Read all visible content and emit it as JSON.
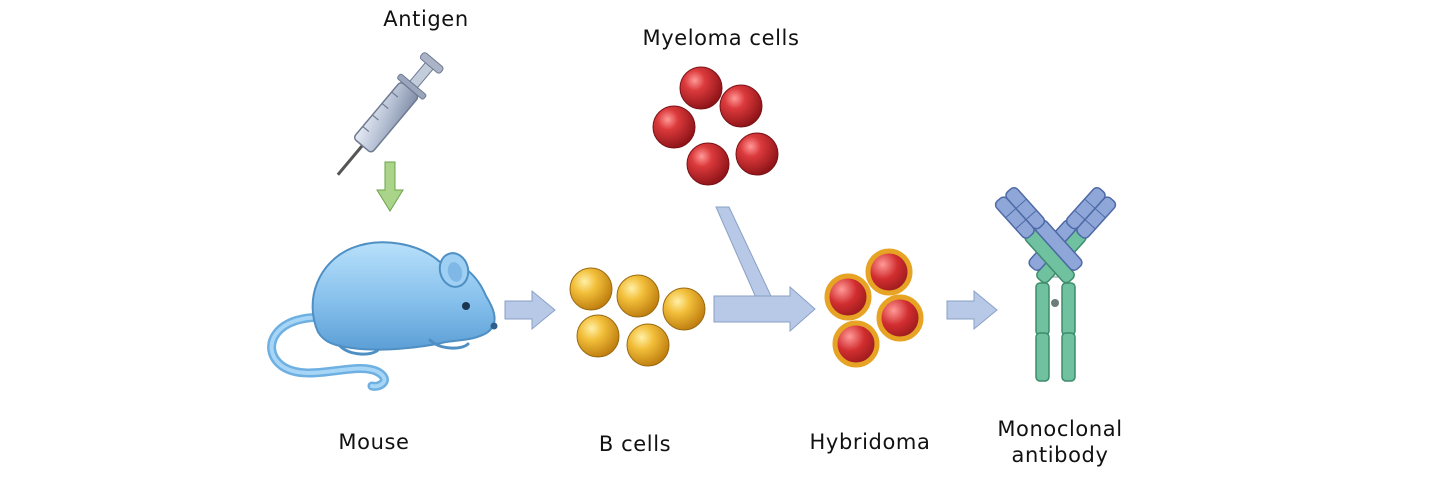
{
  "labels": {
    "antigen": "Antigen",
    "myeloma": "Myeloma cells",
    "mouse": "Mouse",
    "b_cells": "B cells",
    "hybridoma": "Hybridoma",
    "monoclonal_line1": "Monoclonal",
    "monoclonal_line2": "antibody"
  },
  "colors": {
    "mouse": "#8ec6ee",
    "mouse_dark": "#4e8fc4",
    "b_cell": "#e8aa22",
    "myeloma_cell": "#c82a2e",
    "hybridoma_ring": "#e6a324",
    "arrow": "#b7c9e6",
    "antigen_arrow": "#a9d48a",
    "antibody_heavy": "#6fc1a0",
    "antibody_light": "#8ea6d8"
  }
}
